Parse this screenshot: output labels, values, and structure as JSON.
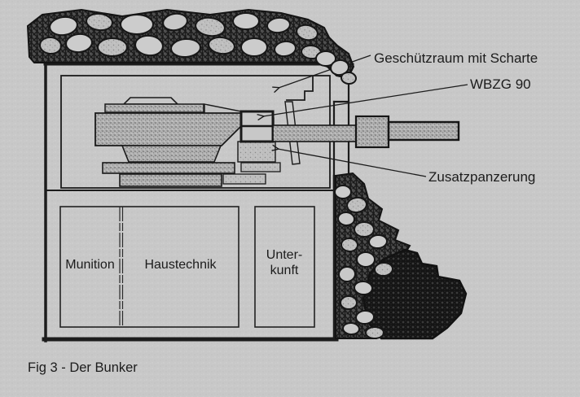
{
  "figure": {
    "caption": "Fig 3 - Der Bunker",
    "labels": {
      "gun_room": "Geschützraum mit Scharte",
      "weapon": "WBZG 90",
      "armor": "Zusatzpanzerung"
    },
    "rooms": {
      "munition": "Munition",
      "haustechnik": "Haustechnik",
      "unterkunft_line1": "Unter-",
      "unterkunft_line2": "kunft"
    },
    "colors": {
      "paper": "#c8c8c8",
      "ink": "#1c1c1c",
      "stone": "#cccccc",
      "rock": "#4e4e4e",
      "rock_dark": "#3b3b3b",
      "metal": "#b2b2b2"
    }
  }
}
